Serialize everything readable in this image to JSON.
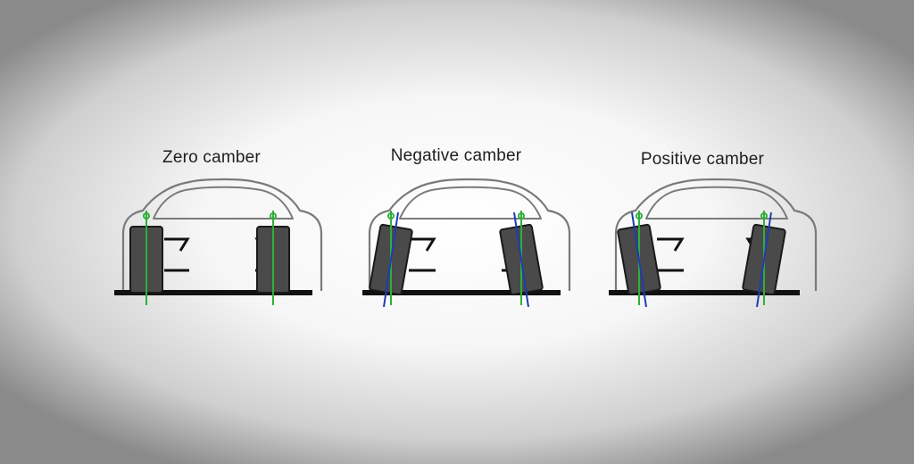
{
  "diagrams": [
    {
      "title": "Zero camber"
    },
    {
      "title": "Negative camber"
    },
    {
      "title": "Positive camber"
    }
  ],
  "colors": {
    "vertical_reference": "#2fae3a",
    "wheel_axis": "#1f3bb3",
    "tire": "#4a4a4a",
    "body_outline": "#7a7a7a",
    "ground": "#111111"
  }
}
